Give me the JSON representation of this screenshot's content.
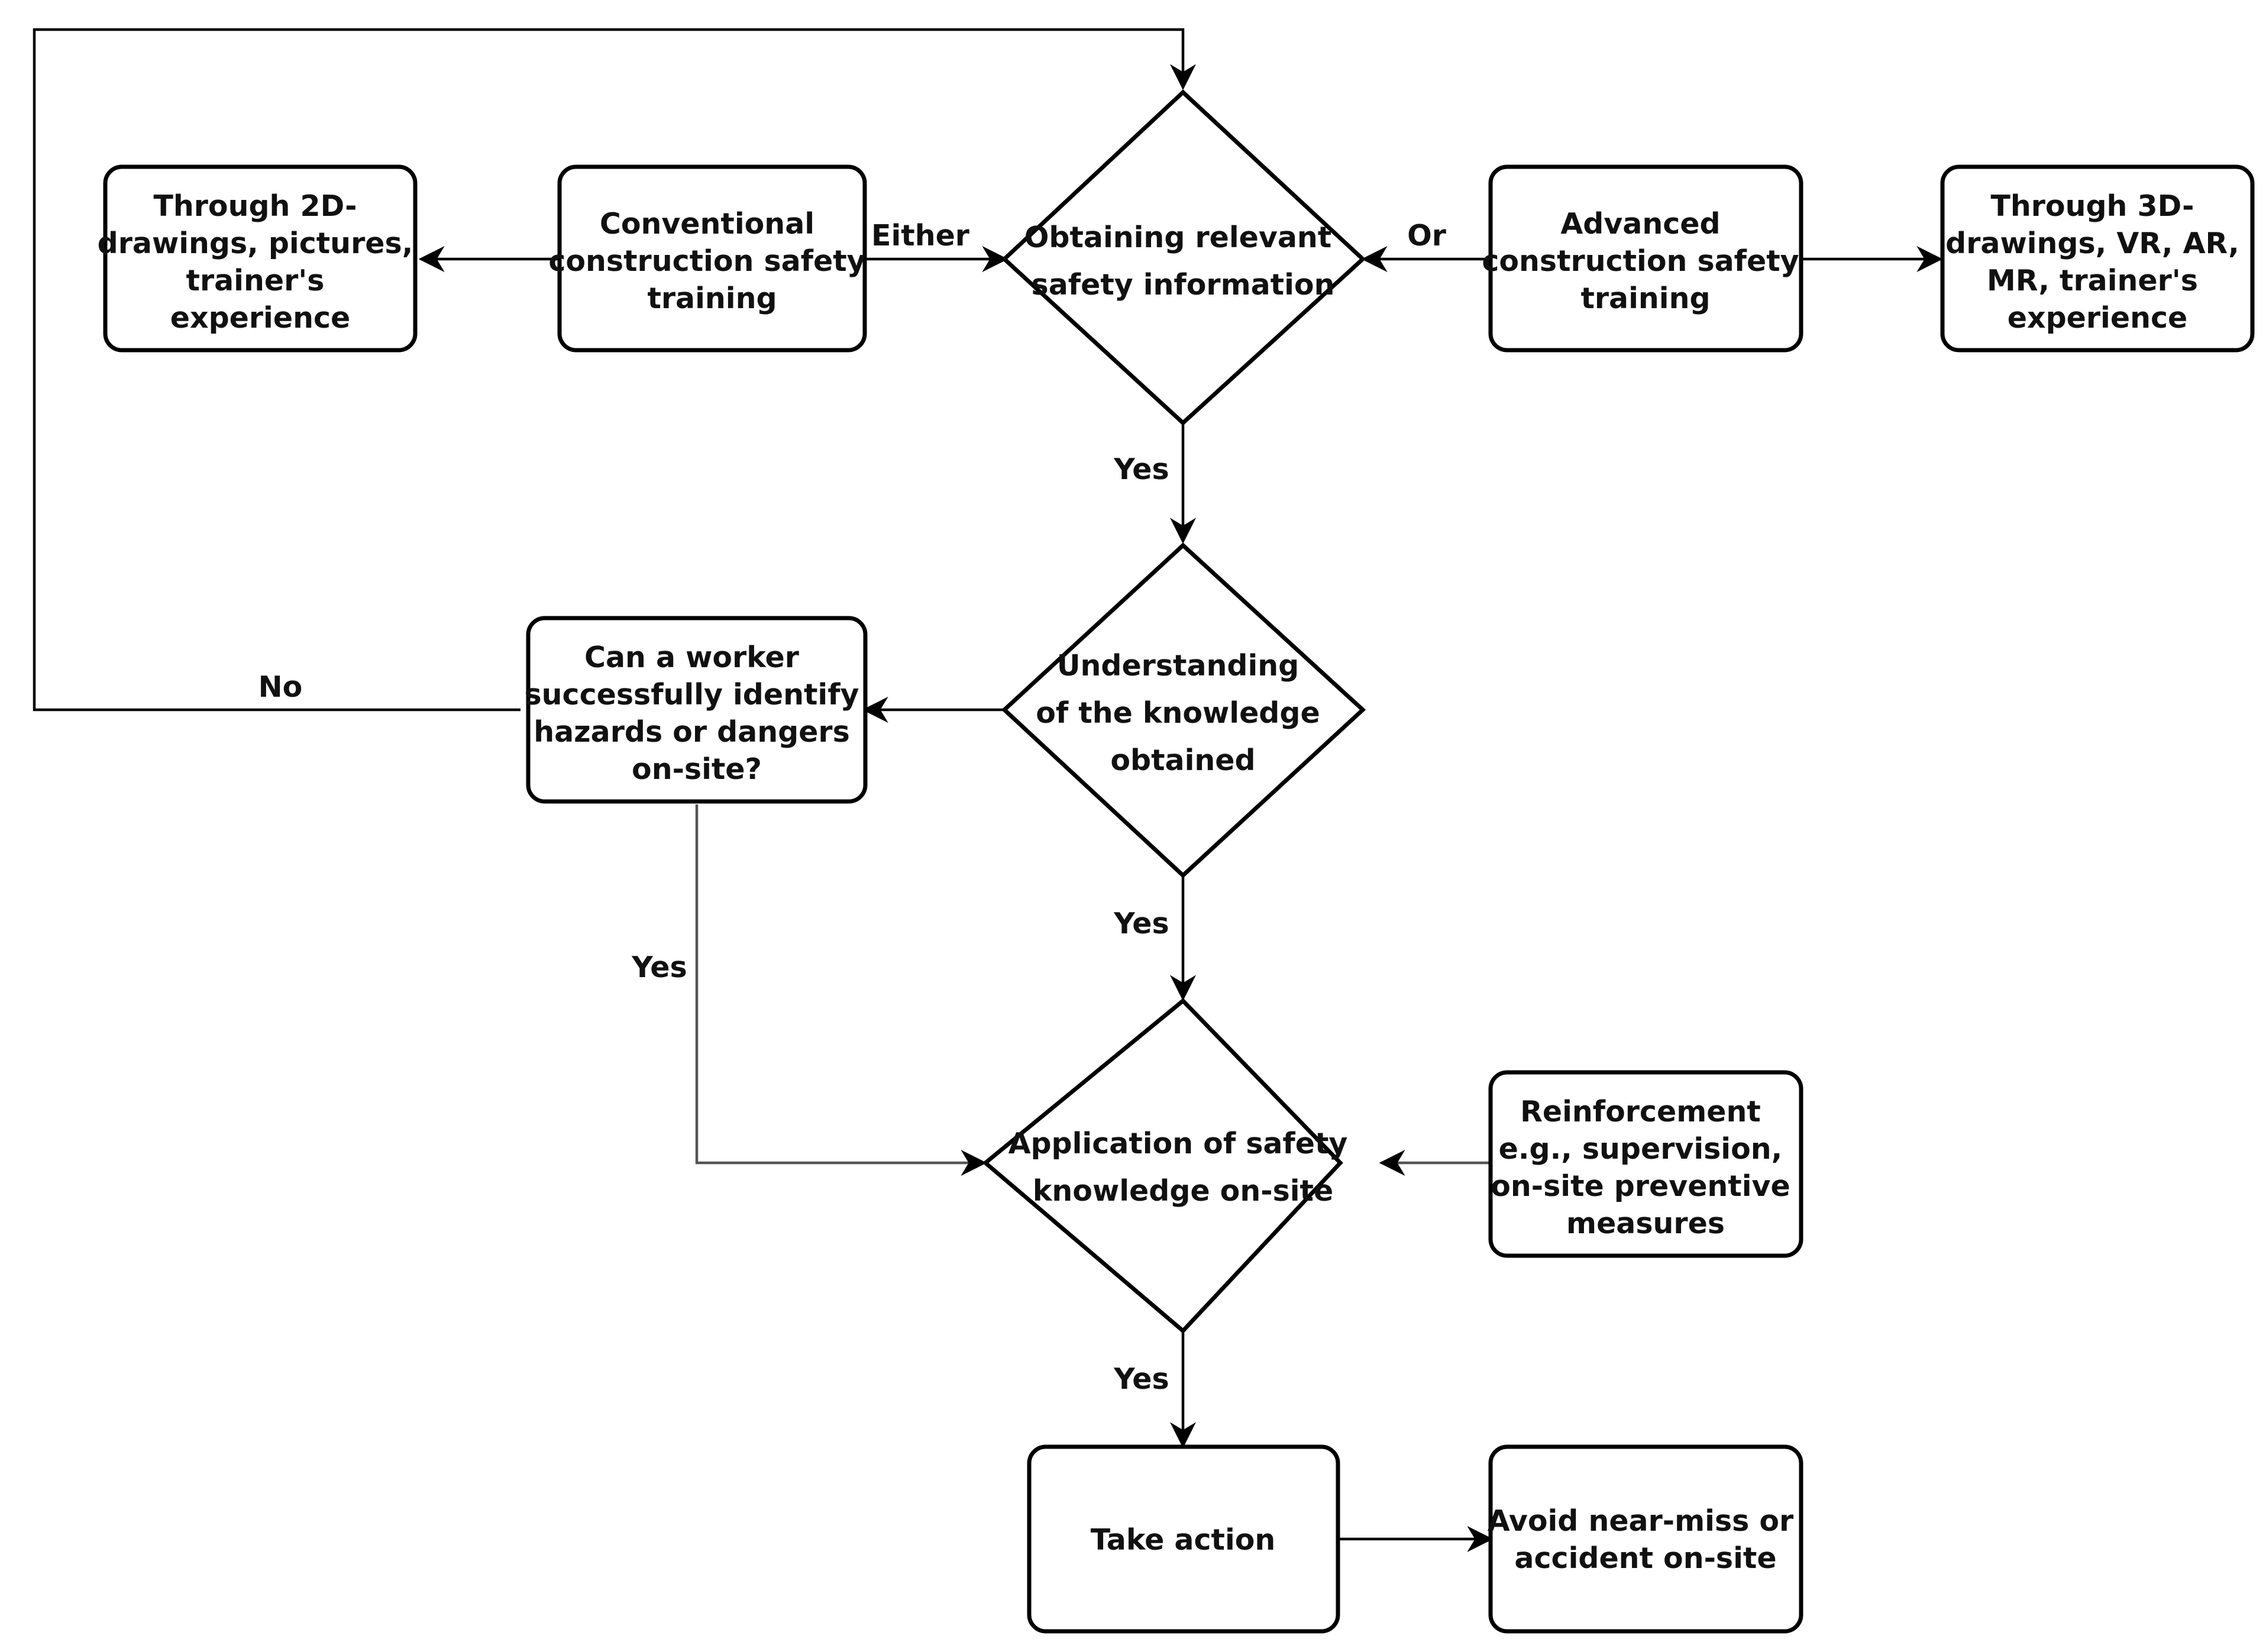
{
  "nodes": {
    "obtain": {
      "lines": [
        "Obtaining relevant",
        "safety information"
      ]
    },
    "understand": {
      "lines": [
        "Understanding",
        "of the knowledge",
        "obtained"
      ]
    },
    "apply": {
      "lines": [
        "Application of safety",
        "knowledge on-site"
      ]
    },
    "conventional": {
      "lines": [
        "Conventional",
        "construction safety",
        "training"
      ]
    },
    "through2d": {
      "lines": [
        "Through 2D-",
        "drawings, pictures,",
        "trainer's",
        "experience"
      ]
    },
    "advanced": {
      "lines": [
        "Advanced",
        "construction safety",
        "training"
      ]
    },
    "through3d": {
      "lines": [
        "Through 3D-",
        "drawings, VR, AR,",
        "MR, trainer's",
        "experience"
      ]
    },
    "identify": {
      "lines": [
        "Can a worker",
        "successfully identify",
        "hazards or dangers",
        "on-site?"
      ]
    },
    "reinforce": {
      "lines": [
        "Reinforcement",
        "e.g., supervision,",
        "on-site preventive",
        "measures"
      ]
    },
    "action": {
      "lines": [
        "Take action"
      ]
    },
    "avoid": {
      "lines": [
        "Avoid near-miss or",
        "accident on-site"
      ]
    }
  },
  "edges": {
    "either": "Either",
    "or": "Or",
    "yes1": "Yes",
    "yes2": "Yes",
    "yes3": "Yes",
    "yes_identify": "Yes",
    "no": "No"
  },
  "colors": {
    "stroke": "#000000",
    "text": "#111111",
    "background": "#ffffff"
  }
}
